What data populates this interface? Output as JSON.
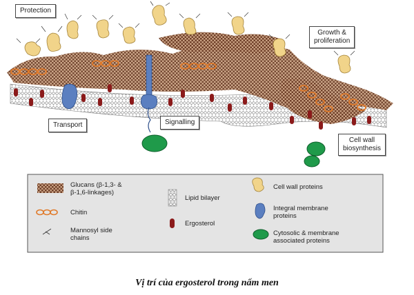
{
  "callouts": {
    "protection": "Protection",
    "growth_line1": "Growth &",
    "growth_line2": "proliferation",
    "transport": "Transport",
    "signalling": "Signalling",
    "cellwall_line1": "Cell wall",
    "cellwall_line2": "biosynthesis"
  },
  "legend": {
    "glucans_line1": "Glucans (β-1,3- &",
    "glucans_line2": "β-1,6-linkages)",
    "chitin": "Chitin",
    "mannosyl_line1": "Mannosyl side",
    "mannosyl_line2": "chains",
    "lipid": "Lipid bilayer",
    "ergosterol": "Ergosterol",
    "cell_wall_proteins": "Cell wall proteins",
    "integral_line1": "Integral membrane",
    "integral_line2": "proteins",
    "cytosolic_line1": "Cytosolic & membrane",
    "cytosolic_line2": "associated proteins"
  },
  "caption": "Vị trí của ergosterol trong nấm men",
  "colors": {
    "glucan": "#7a4a32",
    "chitin": "#e07a2a",
    "wall_protein": "#f1d48a",
    "ergosterol": "#8b1a1a",
    "integral": "#5b7fc0",
    "cytosolic": "#1f9a4a"
  }
}
